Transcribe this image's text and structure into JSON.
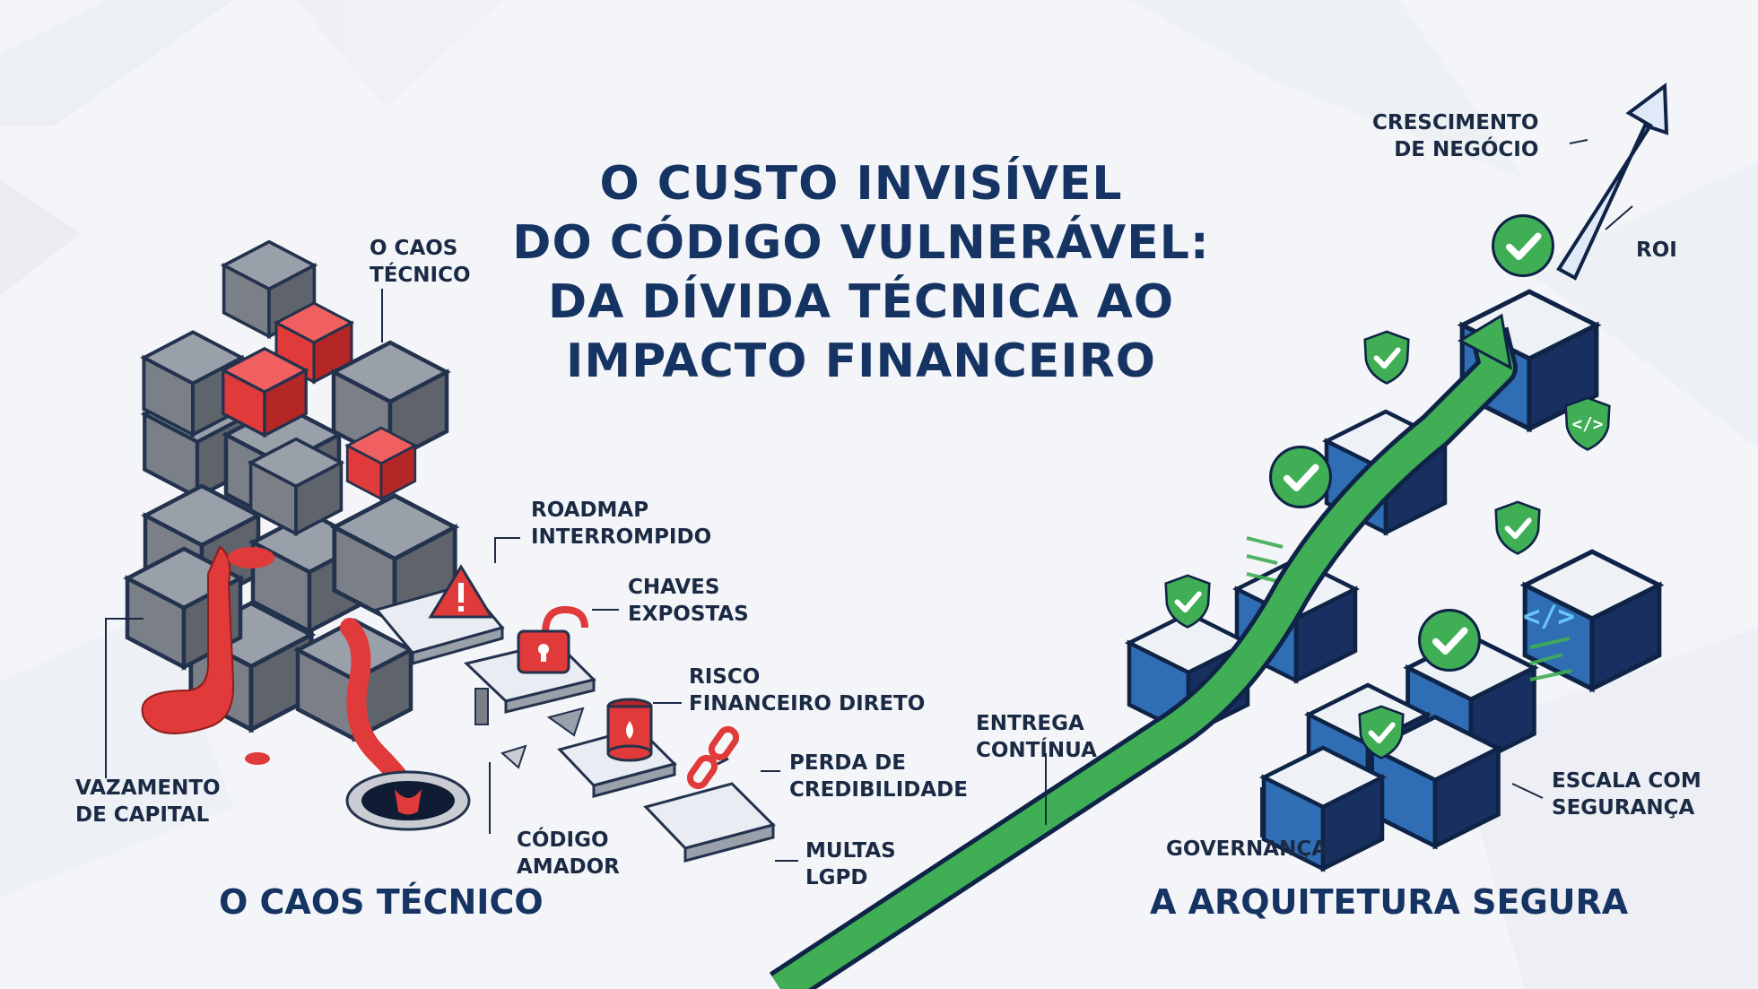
{
  "title": {
    "line1": "O CUSTO INVISÍVEL",
    "line2": "DO CÓDIGO VULNERÁVEL:",
    "line3": "DA DÍVIDA TÉCNICA AO",
    "line4": "IMPACTO FINANCEIRO"
  },
  "left": {
    "section_title": "O CAOS TÉCNICO",
    "labels": {
      "caos_tecnico": [
        "O CAOS",
        "TÉCNICO"
      ],
      "roadmap": [
        "ROADMAP",
        "INTERROMPIDO"
      ],
      "chaves": [
        "CHAVES",
        "EXPOSTAS"
      ],
      "risco": [
        "RISCO",
        "FINANCEIRO DIRETO"
      ],
      "perda": [
        "PERDA DE",
        "CREDIBILIDADE"
      ],
      "multas": [
        "MULTAS",
        "LGPD"
      ],
      "codigo": [
        "CÓDIGO",
        "AMADOR"
      ],
      "vazamento": [
        "VAZAMENTO",
        "DE CAPITAL"
      ]
    }
  },
  "right": {
    "section_title": "A ARQUITETURA SEGURA",
    "labels": {
      "crescimento": [
        "CRESCIMENTO",
        "DE NEGÓCIO"
      ],
      "roi": "ROI",
      "entrega": [
        "ENTREGA",
        "CONTÍNUA"
      ],
      "governanca": "GOVERNANÇA",
      "escala": [
        "ESCALA COM",
        "SEGURANÇA"
      ]
    }
  },
  "colors": {
    "navy": "#163463",
    "blue": "#2f6db5",
    "blue_dark": "#1d3f7a",
    "green": "#3fae55",
    "red": "#e03a3a",
    "gray": "#7b7f88",
    "background": "#f4f5f8"
  },
  "icons": [
    "warning-icon",
    "open-padlock-icon",
    "oil-barrel-icon",
    "broken-chain-icon",
    "check-icon",
    "shield-check-icon",
    "code-icon",
    "growth-arrow-icon"
  ]
}
